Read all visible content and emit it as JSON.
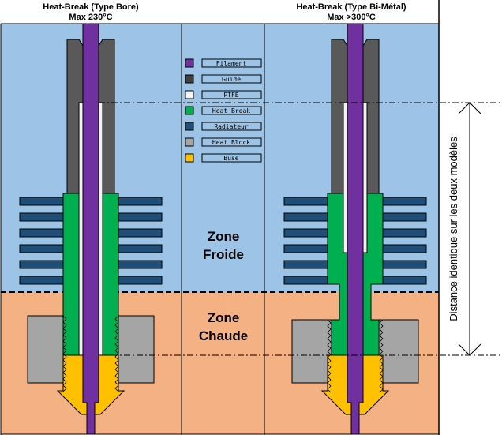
{
  "titles": {
    "left": {
      "line1": "Heat-Break (Type Bore)",
      "line2": "Max 230°C"
    },
    "right": {
      "line1": "Heat-Break (Type Bi-Métal)",
      "line2": "Max >300°C"
    }
  },
  "zones": {
    "cold": {
      "line1": "Zone",
      "line2": "Froide",
      "color": "#9DC3E6"
    },
    "hot": {
      "line1": "Zone",
      "line2": "Chaude",
      "color": "#F4B183"
    }
  },
  "legend": [
    {
      "label": "Filament",
      "color": "#7030A0"
    },
    {
      "label": "Guide",
      "color": "#404040"
    },
    {
      "label": "PTFE",
      "color": "#F2F2F2"
    },
    {
      "label": "Heat Break",
      "color": "#00B050"
    },
    {
      "label": "Radiateur",
      "color": "#1F4E79"
    },
    {
      "label": "Heat Block",
      "color": "#A5A5A5"
    },
    {
      "label": "Buse",
      "color": "#FFC000"
    }
  ],
  "dimension_label": "Distance identique sur les deux modèles",
  "colors": {
    "guide_body": "#595959",
    "radiator": "#1F4E79",
    "heat_break": "#00B050",
    "filament": "#7030A0",
    "ptfe": "#F2F2F2",
    "heat_block": "#A5A5A5",
    "nozzle": "#FFC000"
  }
}
